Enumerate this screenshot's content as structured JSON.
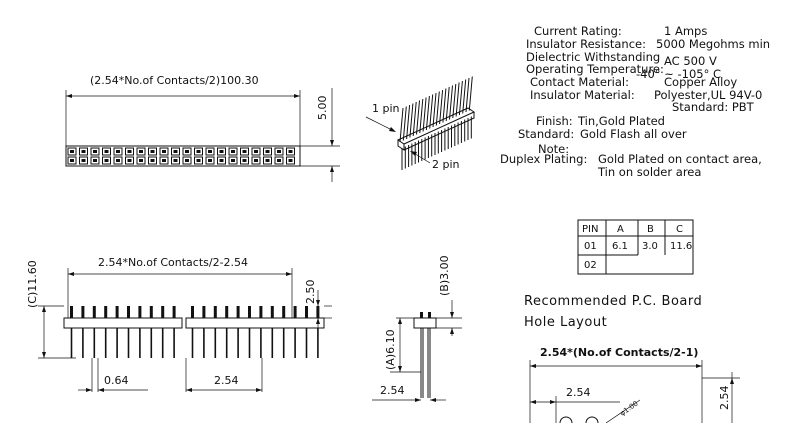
{
  "top_view": {
    "dim_length": "(2.54*No.of Contacts/2)100.30",
    "dim_height": "5.00"
  },
  "iso_view": {
    "pin1_label": "1 pin",
    "pin2_label": "2 pin"
  },
  "specs": [
    {
      "label": "Current Rating:",
      "value": "1 Amps"
    },
    {
      "label": "Insulator Resistance:",
      "value": "5000 Megohms min"
    },
    {
      "label": "Dielectric Withstanding",
      "value": "AC 500 V"
    },
    {
      "label": "Operating Temperature:",
      "value": "-40° ~ -105° C"
    },
    {
      "label": "Contact Material:",
      "value": "Copper Alloy"
    },
    {
      "label": "Insulator Material:",
      "value": "Polyester,UL 94V-0"
    },
    {
      "label": "",
      "value": "Standard: PBT"
    },
    {
      "label": "Finish:",
      "value": "Tin,Gold Plated"
    },
    {
      "label": "Standard:",
      "value": "Gold Flash all over"
    },
    {
      "label": "Note:",
      "value": ""
    },
    {
      "label": "Duplex Plating:",
      "value": "Gold Plated on contact area,"
    },
    {
      "label": "",
      "value": "Tin on solder area"
    }
  ],
  "pin_table": {
    "headers": [
      "PIN",
      "A",
      "B",
      "C"
    ],
    "rows": [
      [
        "01",
        "6.1",
        "3.0",
        "11.6"
      ],
      [
        "02",
        "",
        "",
        ""
      ]
    ]
  },
  "front_view": {
    "dim_span": "2.54*No.of Contacts/2-2.54",
    "dim_total_height": "(C)11.60",
    "dim_top": "2.50",
    "dim_width": "0.64",
    "dim_pitch": "2.54"
  },
  "side_view": {
    "dim_b": "(B)3.00",
    "dim_a": "(A)6.10",
    "dim_pitch": "2.54"
  },
  "pcb": {
    "title_line1": "Recommended P.C. Board",
    "title_line2": "Hole Layout",
    "dim_span": "2.54*(No.of Contacts/2-1)",
    "dim_pitch_h": "2.54",
    "dim_pitch_v": "2.54",
    "hole_label": "φ1.00"
  }
}
